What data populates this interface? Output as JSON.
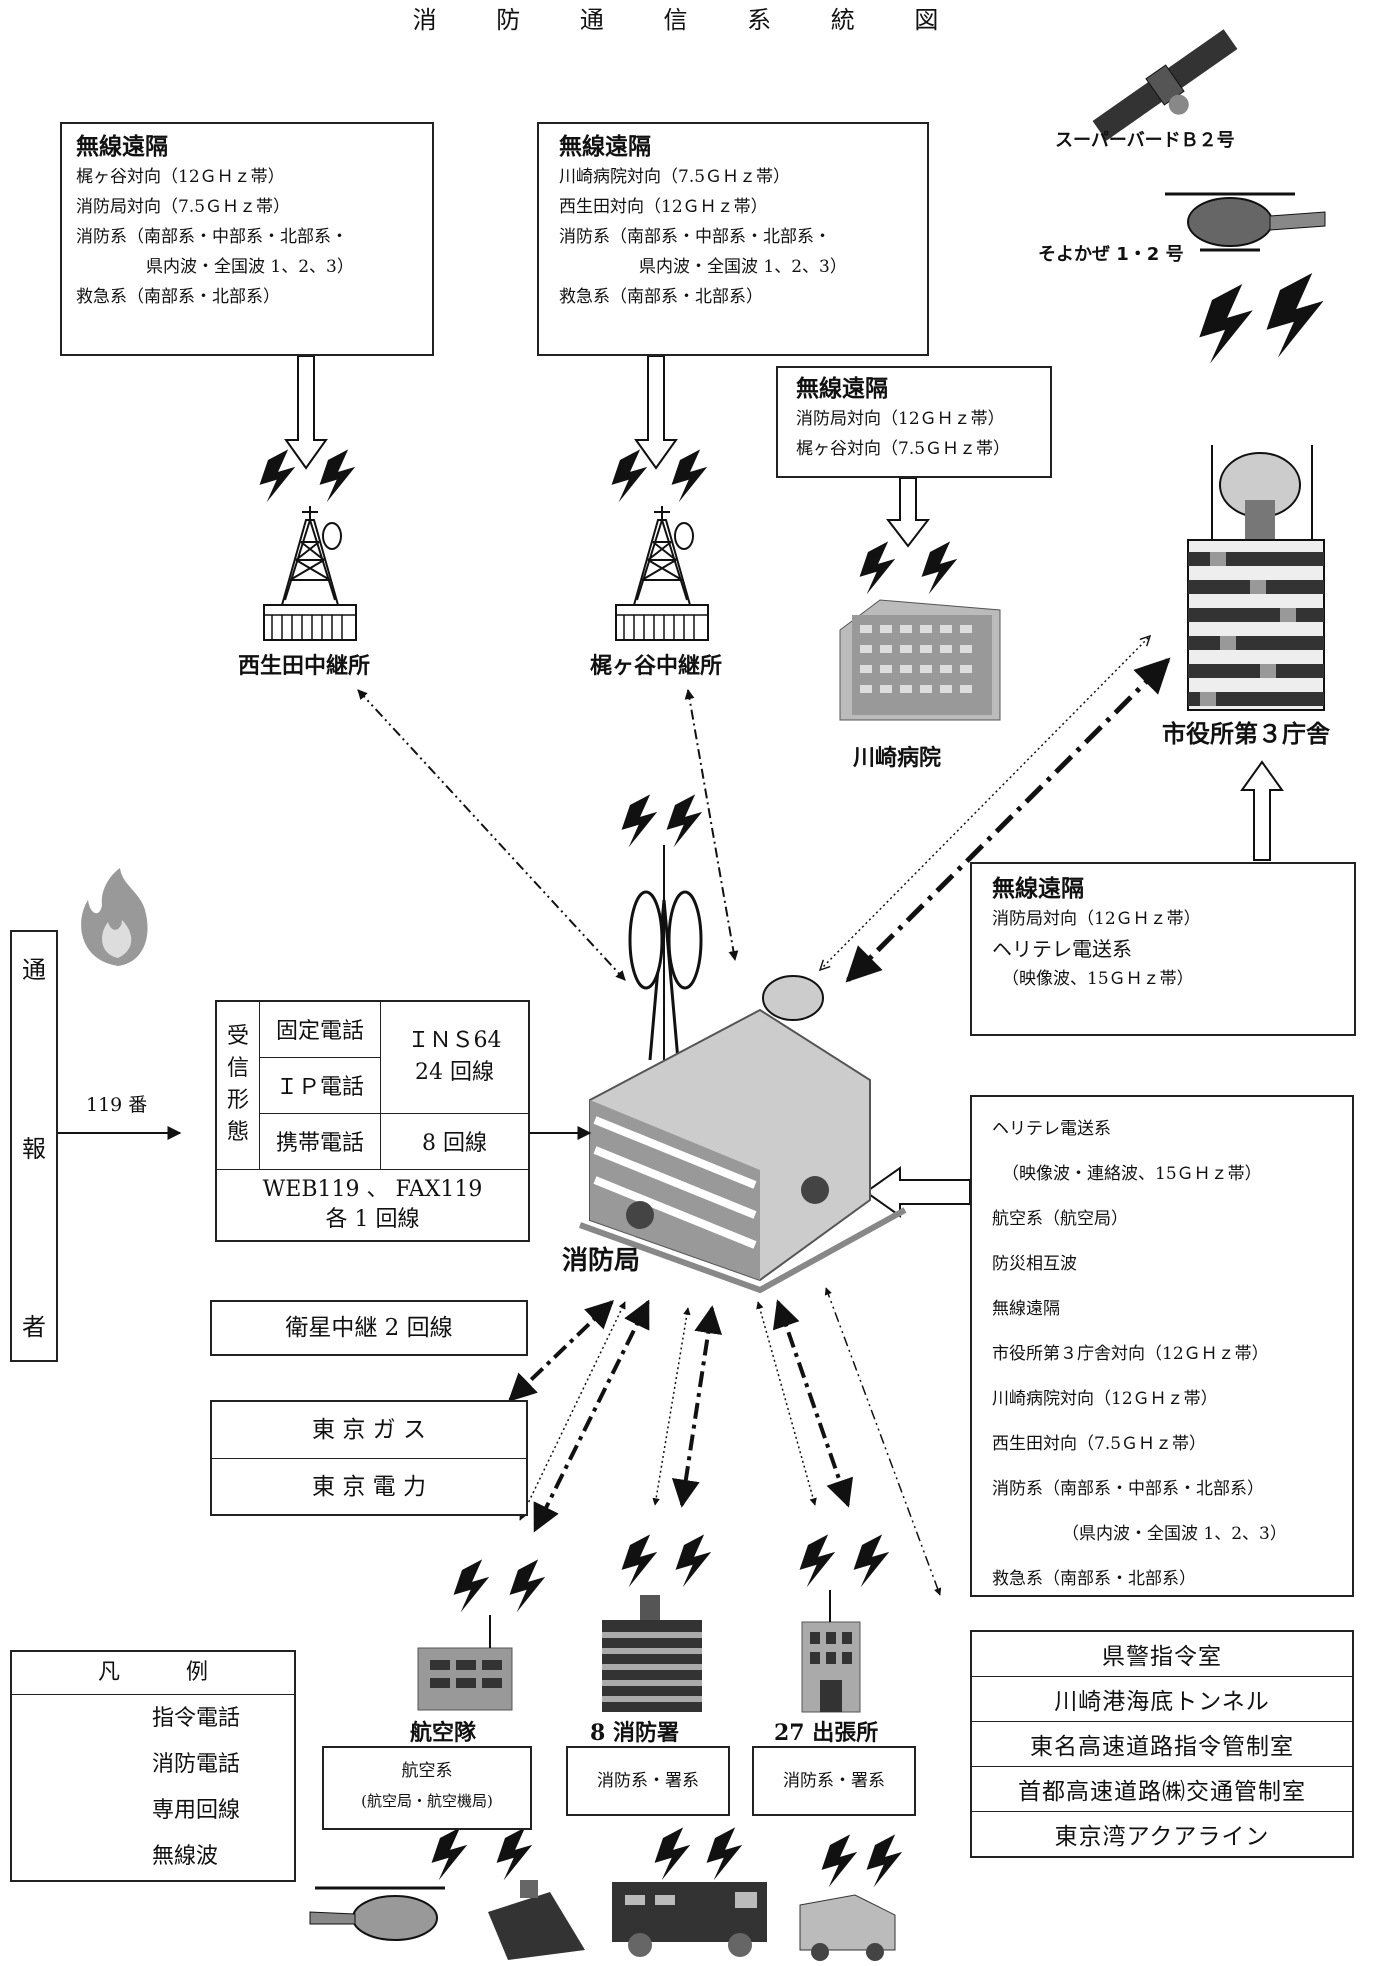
{
  "title": "消 防 通 信 系 統 図",
  "boxes": {
    "nishiikuta_remote": {
      "heading": "無線遠隔",
      "lines": [
        "梶ヶ谷対向（12ＧＨｚ帯）",
        "消防局対向（7.5ＧＨｚ帯）",
        "消防系（南部系・中部系・北部系・",
        "県内波・全国波 1、2、3）",
        "救急系（南部系・北部系）"
      ]
    },
    "kajigaya_remote": {
      "heading": "無線遠隔",
      "lines": [
        "川崎病院対向（7.5ＧＨｚ帯）",
        "西生田対向（12ＧＨｚ帯）",
        "消防系（南部系・中部系・北部系・",
        "県内波・全国波 1、2、3）",
        "救急系（南部系・北部系）"
      ]
    },
    "hospital_remote": {
      "heading": "無線遠隔",
      "lines": [
        "消防局対向（12ＧＨｚ帯）",
        "梶ヶ谷対向（7.5ＧＨｚ帯）"
      ]
    },
    "cityhall_remote": {
      "heading": "無線遠隔",
      "lines": [
        "消防局対向（12ＧＨｚ帯）",
        "ヘリテレ電送系",
        "（映像波、15ＧＨｚ帯）"
      ]
    },
    "hq_systems": {
      "lines": [
        "ヘリテレ電送系",
        "（映像波・連絡波、15ＧＨｚ帯）",
        "航空系（航空局）",
        "防災相互波",
        "無線遠隔",
        "市役所第３庁舎対向（12ＧＨｚ帯）",
        "川崎病院対向（12ＧＨｚ帯）",
        "西生田対向（7.5ＧＨｚ帯）",
        "消防系（南部系・中部系・北部系）",
        "（県内波・全国波 1、2、3）",
        "救急系（南部系・北部系）"
      ]
    }
  },
  "labels": {
    "satellite": "スーパーバードＢ２号",
    "helicopter": "そよかぜ 1・2 号",
    "nishiikuta": "西生田中継所",
    "kajigaya": "梶ヶ谷中継所",
    "hospital": "川崎病院",
    "cityhall": "市役所第３庁舎",
    "hq": "消防局",
    "air_unit": "航空隊",
    "station8": "8 消防署",
    "branch27": "27 出張所"
  },
  "caller": {
    "chars": [
      "通",
      "報",
      "者"
    ],
    "number": "119 番"
  },
  "reception": {
    "type_label": [
      "受",
      "信",
      "形",
      "態"
    ],
    "fixed": "固定電話",
    "ip": "ＩＰ電話",
    "mobile": "携帯電話",
    "ins_line1": "ＩＮＳ64",
    "ins_line2": "24 回線",
    "mobile_lines": "8 回線",
    "web_line1": "WEB119 、 FAX119",
    "web_line2": "各 1 回線"
  },
  "satellite_relay": "衛星中継 2 回線",
  "utilities": [
    "東 京 ガ ス",
    "東 京 電 力"
  ],
  "unit_boxes": {
    "air_line1": "航空系",
    "air_line2": "(航空局・航空機局)",
    "station8": "消防系・署系",
    "branch27": "消防系・署系"
  },
  "right_list": [
    "県警指令室",
    "川崎港海底トンネル",
    "東名高速道路指令管制室",
    "首都高速道路㈱交通管制室",
    "東京湾アクアライン"
  ],
  "legend": {
    "title": "凡　　　例",
    "items": [
      "指令電話",
      "消防電話",
      "専用回線",
      "無線波"
    ]
  }
}
